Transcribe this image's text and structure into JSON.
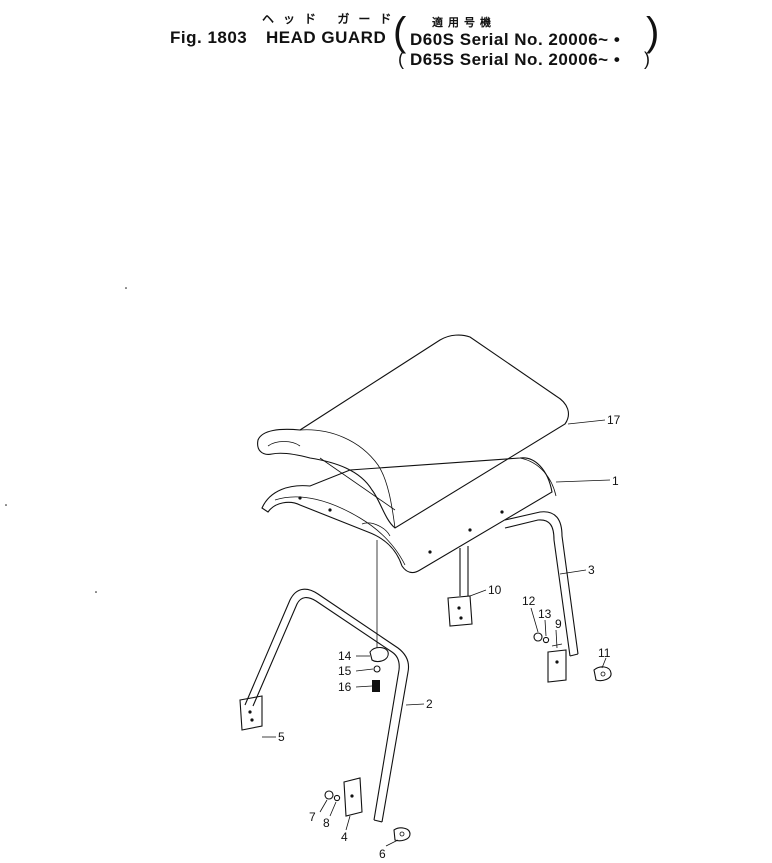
{
  "header": {
    "fig_label": "Fig. 1803",
    "title_en": "HEAD GUARD",
    "title_jp": "ヘッド ガード",
    "applicable_jp": "適用号機",
    "serial_1": "D60S Serial No. 20006~ •",
    "serial_2": "D65S Serial No. 20006~ •"
  },
  "callouts": [
    "17",
    "1",
    "3",
    "10",
    "12",
    "13",
    "9",
    "11",
    "14",
    "15",
    "16",
    "2",
    "5",
    "7",
    "8",
    "4",
    "6"
  ]
}
